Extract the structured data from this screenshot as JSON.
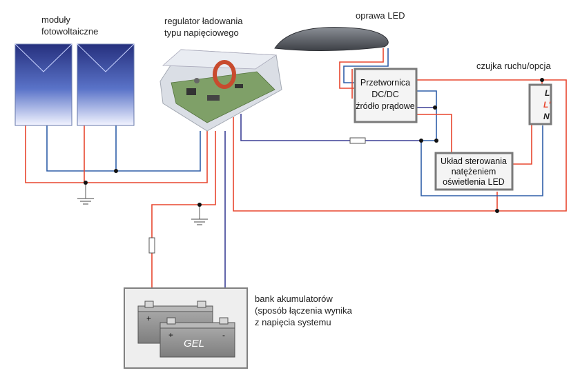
{
  "labels": {
    "pv_modules": [
      "moduły",
      "fotowoltaiczne"
    ],
    "charge_controller": [
      "regulator ładowania",
      "typu napięciowego"
    ],
    "led_luminaire": "oprawa LED",
    "motion_sensor": "czujka ruchu/opcja",
    "converter": [
      "Przetwornica",
      "DC/DC",
      "źródło prądowe"
    ],
    "control_unit": [
      "Układ sterowania",
      "natężeniem",
      "oświetlenia LED"
    ],
    "battery_bank": [
      "bank akumulatorów",
      "(sposób łączenia wynika",
      "z napięcia systemu"
    ],
    "terminals": [
      "L",
      "L'",
      "N"
    ],
    "battery_text": "GEL",
    "plus": "+",
    "minus": "-"
  },
  "colors": {
    "positive_wire": "#e8462e",
    "negative_wire": "#2f5ea8",
    "control_wire": "#3b3f95",
    "box_border": "#7a7a7a",
    "box_fill": "#f4f4f4",
    "terminal_red": "#e8462e"
  }
}
